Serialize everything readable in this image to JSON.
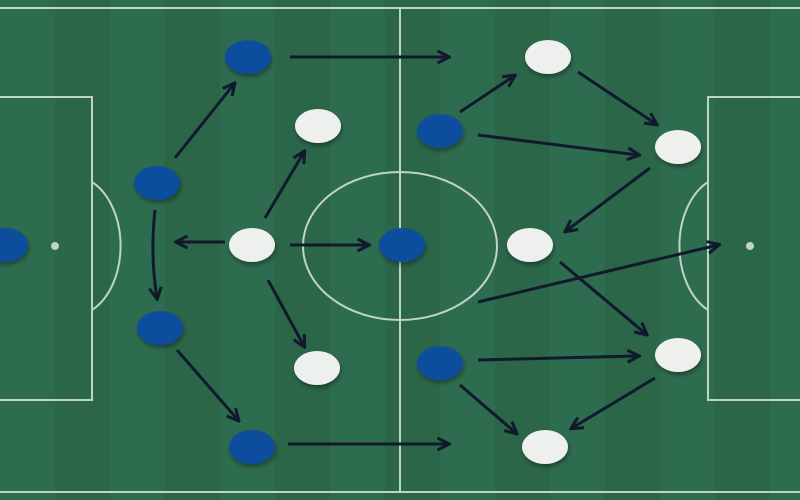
{
  "diagram": {
    "type": "soccer-tactics-board",
    "colors": {
      "pitch": "#2d6a4d",
      "lines": "#d9e6dc",
      "team_blue": "#0c4d9e",
      "team_white": "#eef0ee",
      "arrows": "#111a2c"
    },
    "icons": [
      "player-marker",
      "pass-arrow"
    ]
  }
}
